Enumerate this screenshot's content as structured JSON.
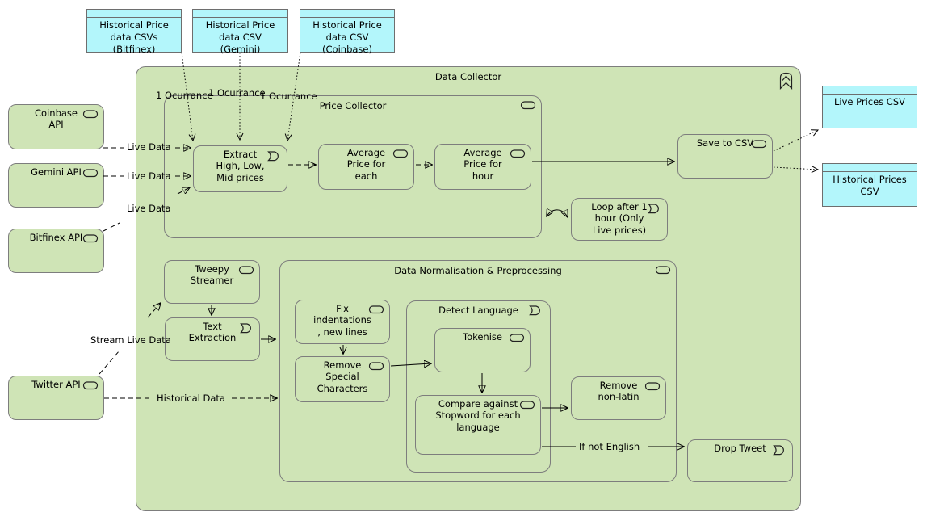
{
  "colors": {
    "node_fill": "#cfe4b6",
    "artifact_fill": "#b3f6fb",
    "border": "#7d7d7d",
    "line": "#000000"
  },
  "containers": {
    "data_collector": {
      "label": "Data Collector"
    },
    "price_collector": {
      "label": "Price Collector"
    },
    "data_normalisation": {
      "label": "Data Normalisation & Preprocessing"
    },
    "detect_language": {
      "label": "Detect Language"
    }
  },
  "nodes": {
    "coinbase_api": {
      "label": "Coinbase\nAPI"
    },
    "gemini_api": {
      "label": "Gemini API"
    },
    "bitfinex_api": {
      "label": "Bitfinex API"
    },
    "twitter_api": {
      "label": "Twitter API"
    },
    "extract_prices": {
      "label": "Extract\nHigh, Low,\nMid prices"
    },
    "avg_price_each": {
      "label": "Average\nPrice for\neach"
    },
    "avg_price_hour": {
      "label": "Average\nPrice for\nhour"
    },
    "save_to_csv": {
      "label": "Save to CSV"
    },
    "loop_hour": {
      "label": "Loop after 1\nhour (Only\nLive prices)"
    },
    "tweepy_streamer": {
      "label": "Tweepy\nStreamer"
    },
    "text_extraction": {
      "label": "Text\nExtraction"
    },
    "fix_indentations": {
      "label": "Fix\nindentations\n, new lines"
    },
    "remove_special": {
      "label": "Remove\nSpecial\nCharacters"
    },
    "tokenise": {
      "label": "Tokenise"
    },
    "compare_stopword": {
      "label": "Compare against\nStopword for each\nlanguage"
    },
    "remove_non_latin": {
      "label": "Remove\nnon-latin"
    },
    "drop_tweet": {
      "label": "Drop Tweet"
    }
  },
  "artifacts": {
    "hist_csv_bitfinex": {
      "label": "Historical Price\ndata CSVs\n(Bitfinex)"
    },
    "hist_csv_gemini": {
      "label": "Historical Price\ndata CSV\n(Gemini)"
    },
    "hist_csv_coinbase": {
      "label": "Historical Price\ndata CSV\n(Coinbase)"
    },
    "live_prices_csv": {
      "label": "Live Prices CSV"
    },
    "historical_prices_csv": {
      "label": "Historical Prices\nCSV"
    }
  },
  "edge_labels": {
    "ocurrance_1": "1 Ocurrance",
    "ocurrance_2": "1 Ocurrance",
    "ocurrance_3": "1 Ocurrance",
    "live_data_coinbase": "Live Data",
    "live_data_gemini": "Live Data",
    "live_data_bitfinex": "Live Data",
    "stream_live_data": "Stream Live Data",
    "historical_data": "Historical Data",
    "if_not_english": "If not English"
  }
}
